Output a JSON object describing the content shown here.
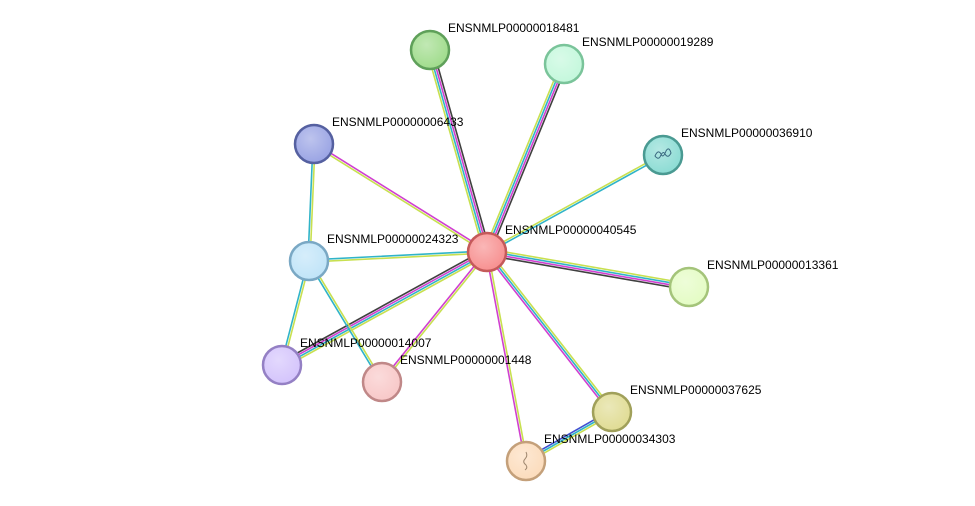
{
  "network": {
    "nodes": [
      {
        "id": "n40545",
        "label": "ENSNMLP00000040545",
        "fill": "#f79090",
        "stroke": "#c45a5a",
        "icon": ""
      },
      {
        "id": "n18481",
        "label": "ENSNMLP00000018481",
        "fill": "#a0dc8c",
        "stroke": "#5fa05a",
        "icon": ""
      },
      {
        "id": "n19289",
        "label": "ENSNMLP00000019289",
        "fill": "#c4f8dc",
        "stroke": "#7ac49a",
        "icon": ""
      },
      {
        "id": "n06433",
        "label": "ENSNMLP00000006433",
        "fill": "#9aa4e4",
        "stroke": "#5560a0",
        "icon": ""
      },
      {
        "id": "n36910",
        "label": "ENSNMLP00000036910",
        "fill": "#8cdcd4",
        "stroke": "#4a9a92",
        "icon": "protein-structure-icon"
      },
      {
        "id": "n24323",
        "label": "ENSNMLP00000024323",
        "fill": "#c0e4f8",
        "stroke": "#7aa8c4",
        "icon": ""
      },
      {
        "id": "n13361",
        "label": "ENSNMLP00000013361",
        "fill": "#e4fcc4",
        "stroke": "#a4c47a",
        "icon": ""
      },
      {
        "id": "n14007",
        "label": "ENSNMLP00000014007",
        "fill": "#d4c4fc",
        "stroke": "#9480c4",
        "icon": ""
      },
      {
        "id": "n01448",
        "label": "ENSNMLP00000001448",
        "fill": "#f8c8c8",
        "stroke": "#c08888",
        "icon": ""
      },
      {
        "id": "n37625",
        "label": "ENSNMLP00000037625",
        "fill": "#e0dc94",
        "stroke": "#a0a05a",
        "icon": ""
      },
      {
        "id": "n34303",
        "label": "ENSNMLP00000034303",
        "fill": "#fcdcbc",
        "stroke": "#c4a07a",
        "icon": "protein-structure-icon"
      }
    ],
    "edges": [
      {
        "source": "n40545",
        "target": "n18481",
        "channels": [
          "#c8e050",
          "#30b4c8",
          "#d040d0",
          "#404040"
        ]
      },
      {
        "source": "n40545",
        "target": "n19289",
        "channels": [
          "#c8e050",
          "#30b4c8",
          "#d040d0",
          "#404040"
        ]
      },
      {
        "source": "n40545",
        "target": "n06433",
        "channels": [
          "#c8e050",
          "#d040d0"
        ]
      },
      {
        "source": "n40545",
        "target": "n36910",
        "channels": [
          "#c8e050",
          "#30b4c8"
        ]
      },
      {
        "source": "n40545",
        "target": "n24323",
        "channels": [
          "#c8e050",
          "#30b4c8"
        ]
      },
      {
        "source": "n40545",
        "target": "n13361",
        "channels": [
          "#c8e050",
          "#30b4c8",
          "#d040d0",
          "#404040"
        ]
      },
      {
        "source": "n40545",
        "target": "n14007",
        "channels": [
          "#c8e050",
          "#30b4c8",
          "#d040d0",
          "#404040"
        ]
      },
      {
        "source": "n40545",
        "target": "n01448",
        "channels": [
          "#c8e050",
          "#d040d0"
        ]
      },
      {
        "source": "n40545",
        "target": "n37625",
        "channels": [
          "#c8e050",
          "#30b4c8",
          "#d040d0"
        ]
      },
      {
        "source": "n40545",
        "target": "n34303",
        "channels": [
          "#c8e050",
          "#d040d0"
        ]
      },
      {
        "source": "n06433",
        "target": "n24323",
        "channels": [
          "#c8e050",
          "#30b4c8"
        ]
      },
      {
        "source": "n24323",
        "target": "n14007",
        "channels": [
          "#c8e050",
          "#30b4c8"
        ]
      },
      {
        "source": "n24323",
        "target": "n01448",
        "channels": [
          "#c8e050",
          "#30b4c8"
        ]
      },
      {
        "source": "n37625",
        "target": "n34303",
        "channels": [
          "#c8e050",
          "#30b4c8",
          "#4050d0"
        ]
      }
    ]
  }
}
